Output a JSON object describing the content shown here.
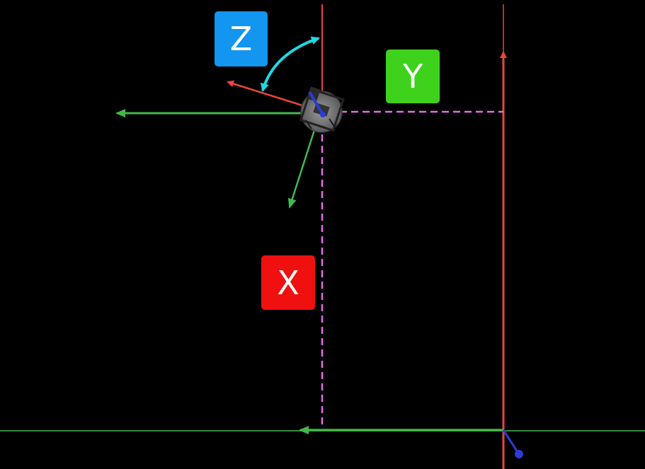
{
  "labels": {
    "z": "Z",
    "y": "Y",
    "x": "X"
  },
  "colors": {
    "background": "#000000",
    "x_axis": "#e8453a",
    "y_axis": "#43b84a",
    "z_axis": "#2c3bd6",
    "badge_z": "#1296f0",
    "badge_y": "#3fd21c",
    "badge_x": "#f01010",
    "rotation_arrow": "#1fd8e0",
    "projection": "#e66ce6"
  },
  "icons": {
    "robot": "robot-top-view-icon",
    "rotation": "curved-double-arrow-icon"
  }
}
